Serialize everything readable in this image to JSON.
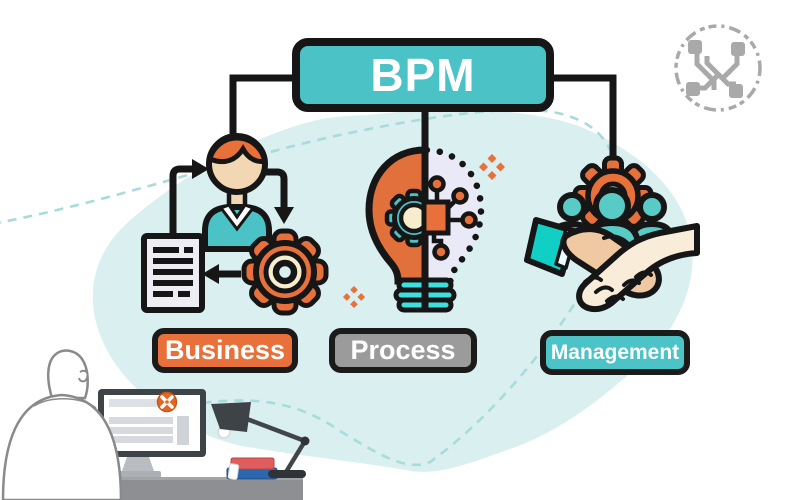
{
  "diagram": {
    "root_label": "BPM",
    "nodes": [
      {
        "label": "Business",
        "icon": "business-workflow-icon",
        "color": "#e8703a"
      },
      {
        "label": "Process",
        "icon": "process-bulb-icon",
        "color": "#9b9b9b"
      },
      {
        "label": "Management",
        "icon": "management-handshake-icon",
        "color": "#4bc3c7"
      }
    ]
  },
  "colors": {
    "root_box_fill": "#4ac2c6",
    "outline_black": "#161616",
    "accent_orange": "#e8703a",
    "teal": "#4bc2c6",
    "bright_cyan": "#12cfc6",
    "background_blob": "#d9eff0",
    "dashed_line": "#a9dbdd",
    "cream": "#f7edcd",
    "lavender": "#e9e9f8",
    "skin": "#f2d7b2",
    "label_text": "#ffffff",
    "watermark_gray": "#9b9b9b"
  },
  "decor": {
    "watermark": "circuit-monogram-logo",
    "scene": "person-at-desk-with-monitor-lamp-and-books"
  }
}
